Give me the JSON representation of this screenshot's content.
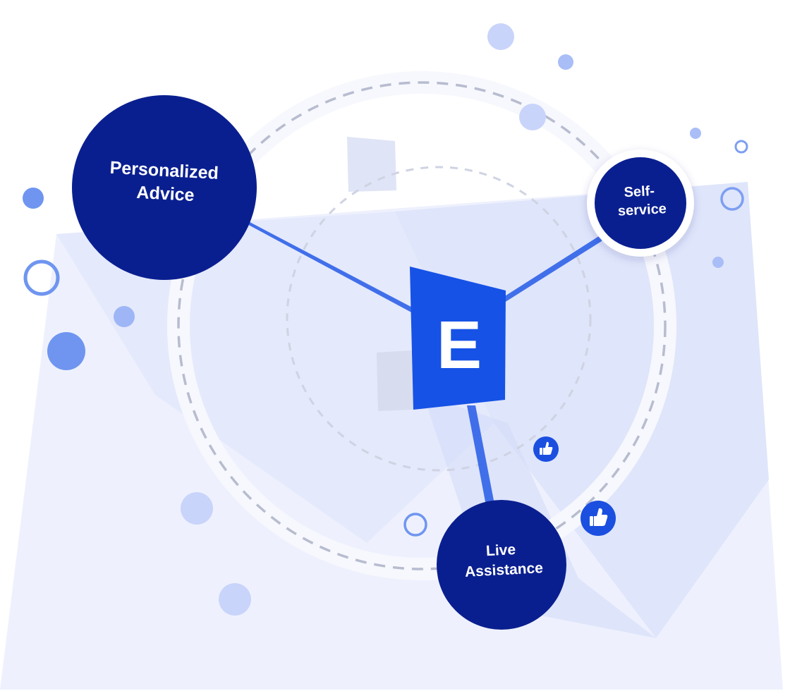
{
  "diagram": {
    "center_logo": {
      "letter": "E",
      "icon": "brand-logo-tile"
    },
    "nodes": [
      {
        "id": "personalized-advice",
        "line1": "Personalized",
        "line2": "Advice"
      },
      {
        "id": "self-service",
        "line1": "Self-",
        "line2": "service"
      },
      {
        "id": "live-assistance",
        "line1": "Live",
        "line2": "Assistance"
      }
    ],
    "decorations": {
      "like_icons": [
        "thumbs-up-icon",
        "thumbs-up-icon"
      ]
    },
    "colors": {
      "node_fill": "#0a1f8f",
      "logo_fill": "#1652e6",
      "connector": "#2f62e8",
      "ring_dash": "#b7bccf",
      "backdrop": "#dfe4fa",
      "bubble": "#c9d4fb",
      "bubble_dark": "#6f95f0"
    }
  }
}
